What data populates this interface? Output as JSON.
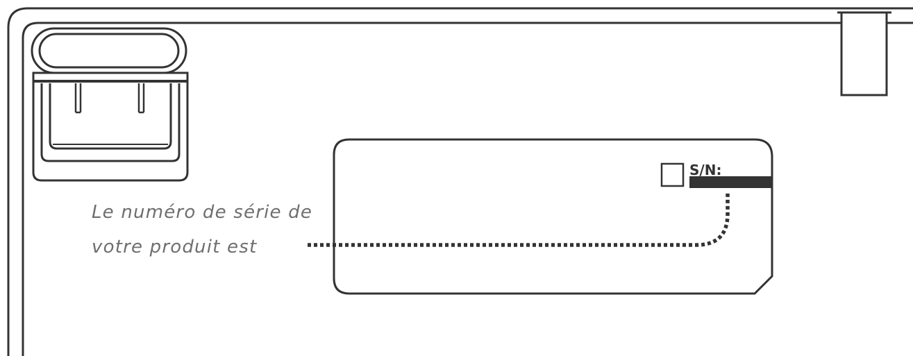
{
  "label": {
    "sn_text": "S/N:"
  },
  "caption": {
    "line1": "Le numéro de série de",
    "line2": "votre produit est"
  },
  "colors": {
    "outline": "#333333",
    "caption_text": "#6e6e6e",
    "background": "#ffffff"
  }
}
